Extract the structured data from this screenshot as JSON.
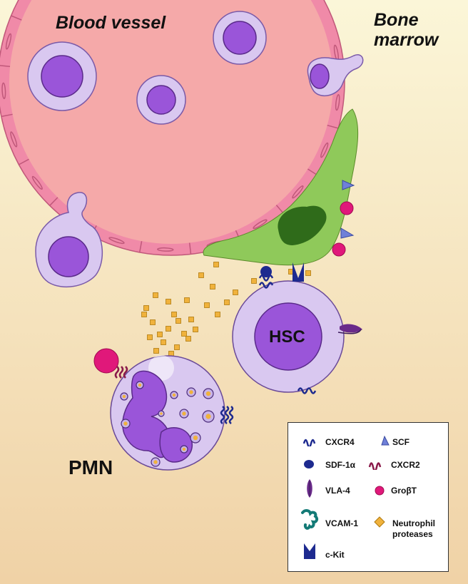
{
  "labels": {
    "blood_vessel": "Blood vessel",
    "bone_marrow_line1": "Bone",
    "bone_marrow_line2": "marrow",
    "pmn": "PMN",
    "hsc": "HSC"
  },
  "legend": {
    "items": [
      {
        "key": "cxcr4",
        "label": "CXCR4",
        "icon": "cxcr4-icon"
      },
      {
        "key": "scf",
        "label": "SCF",
        "icon": "scf-icon"
      },
      {
        "key": "sdf1a",
        "label": "SDF-1α",
        "icon": "sdf1a-icon"
      },
      {
        "key": "cxcr2",
        "label": "CXCR2",
        "icon": "cxcr2-icon"
      },
      {
        "key": "vla4",
        "label": "VLA-4",
        "icon": "vla4-icon"
      },
      {
        "key": "grobt",
        "label": "GroβT",
        "icon": "grobt-icon"
      },
      {
        "key": "vcam1",
        "label": "VCAM-1",
        "icon": "vcam1-icon"
      },
      {
        "key": "proteases_1",
        "label": "Neutrophil",
        "icon": "neutrophil-protease-icon"
      },
      {
        "key": "proteases_2",
        "label": "proteases",
        "icon": ""
      },
      {
        "key": "ckit",
        "label": "c-Kit",
        "icon": "ckit-icon"
      }
    ]
  },
  "colors": {
    "background_top": "#fbf6d8",
    "background_bottom": "#f0d2a6",
    "vessel_lumen": "#f5a9a9",
    "vessel_wall": "#f08aa8",
    "cell_outer": "#d9c8f0",
    "cell_nucleus": "#9a55d9",
    "stromal_cell": "#8fc95a",
    "stromal_nucleus": "#2f6b1a",
    "cxcr4": "#1d2a8f",
    "cxcr2": "#8a1a4a",
    "grobt": "#e0187a",
    "protease": "#f0b23c",
    "scf": "#6f80d8"
  }
}
